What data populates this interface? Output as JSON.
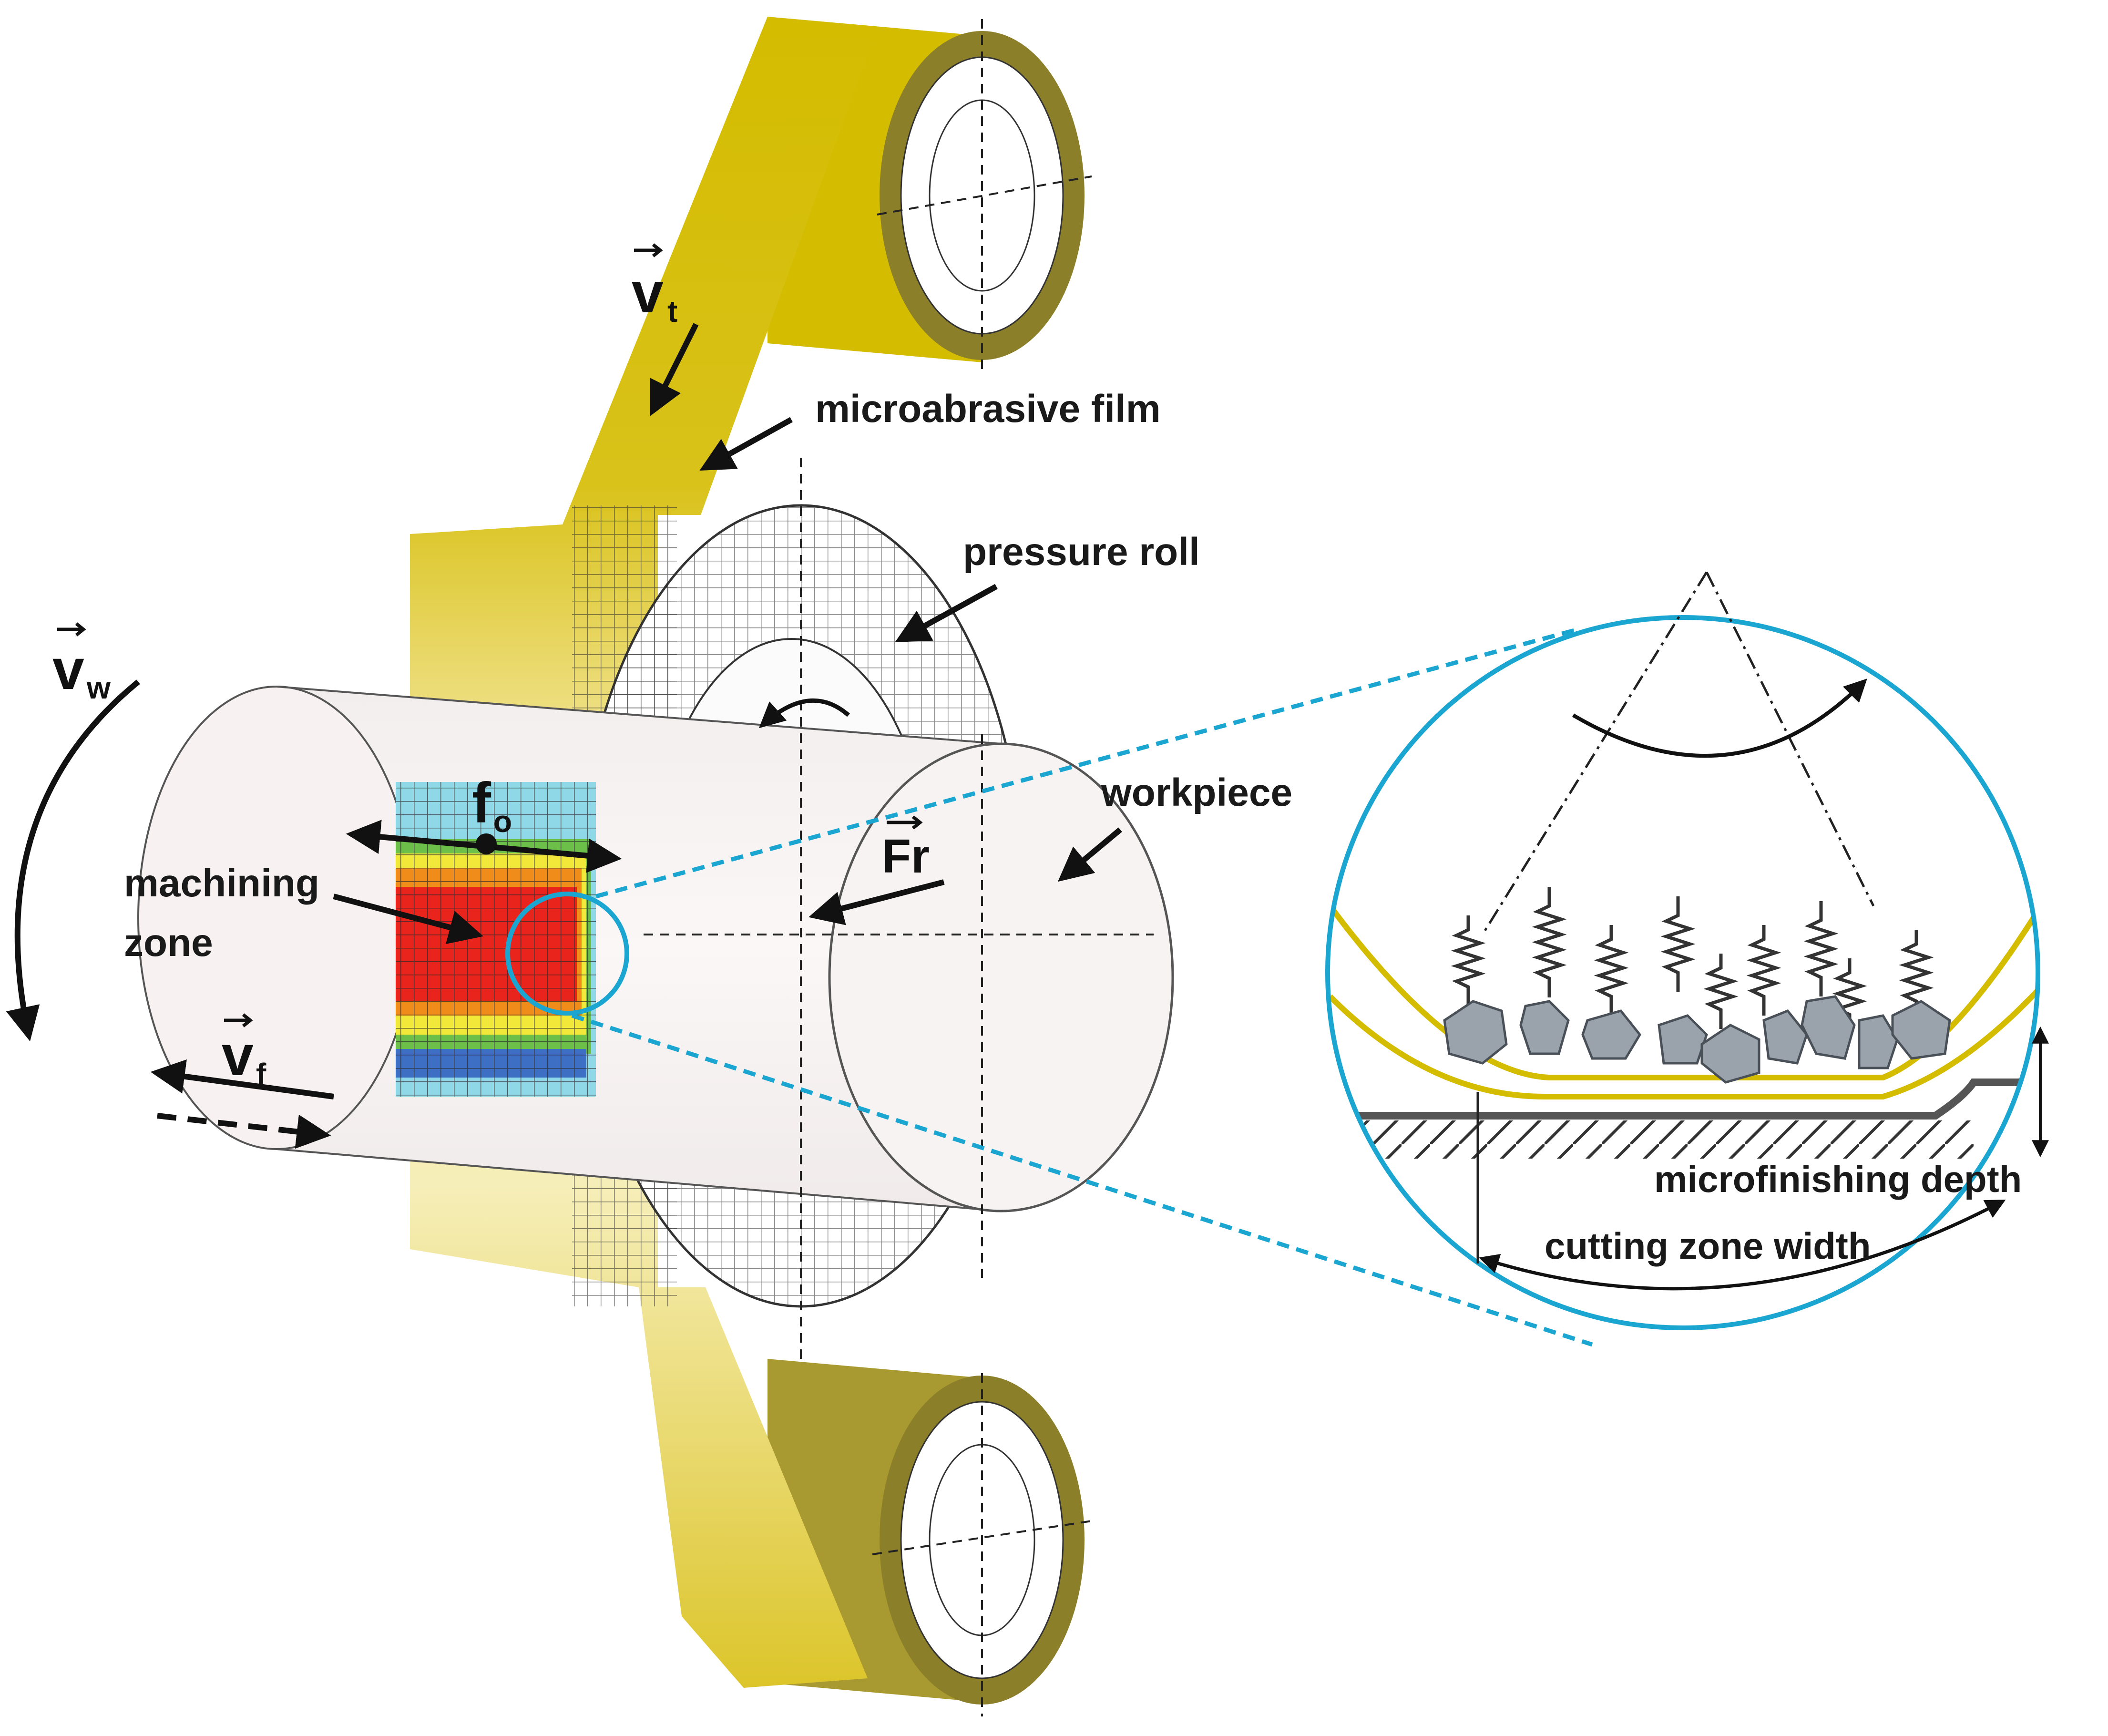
{
  "labels": {
    "film": "microabrasive film",
    "roll": "pressure roll",
    "workpiece": "workpiece",
    "zone_line1": "machining",
    "zone_line2": "zone",
    "depth": "microfinishing depth",
    "width": "cutting zone width"
  },
  "symbols": {
    "vt": "v",
    "vt_sub": "t",
    "vw": "v",
    "vw_sub": "w",
    "vf": "v",
    "vf_sub": "f",
    "fo": "f",
    "fo_sub": "o",
    "fr": "Fr"
  },
  "colors": {
    "film": "#d4bc00",
    "film_light": "#f3e28a",
    "spool_rim": "#8b7f2a",
    "detail_circle": "#1aa6d1",
    "heat_red": "#e8241c",
    "heat_orange": "#f08c1a",
    "heat_yellow": "#f2e83a",
    "heat_green": "#6cc04a",
    "heat_cyan": "#8fd8e8",
    "heat_blue": "#3d6fc4"
  }
}
